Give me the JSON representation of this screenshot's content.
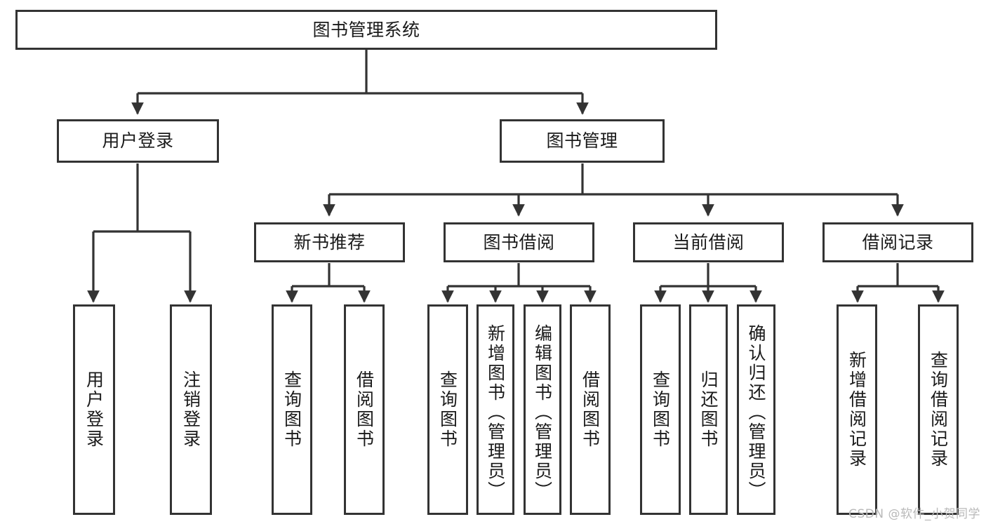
{
  "diagram": {
    "title": "图书管理系统",
    "type": "tree-hierarchy-chart",
    "orientation": "top-down",
    "line_color": "#333333",
    "box_fill": "#ffffff",
    "text_color": "#1a1a1a"
  },
  "watermark": {
    "text": "CSDN @软件_小贺同学",
    "color": "#b9b9b9"
  },
  "nodes": {
    "root": {
      "label": "图书管理系统"
    },
    "level1": [
      {
        "label": "用户登录"
      },
      {
        "label": "图书管理"
      }
    ],
    "level2": [
      {
        "label": "新书推荐"
      },
      {
        "label": "图书借阅"
      },
      {
        "label": "当前借阅"
      },
      {
        "label": "借阅记录"
      }
    ],
    "leaves": {
      "user_login": [
        {
          "label": "用户登录"
        },
        {
          "label": "注销登录"
        }
      ],
      "new_book": [
        {
          "label": "查询图书"
        },
        {
          "label": "借阅图书"
        }
      ],
      "book_borrow": [
        {
          "label": "查询图书"
        },
        {
          "label": "新增图书（管理员）"
        },
        {
          "label": "编辑图书（管理员）"
        },
        {
          "label": "借阅图书"
        }
      ],
      "current_borrow": [
        {
          "label": "查询图书"
        },
        {
          "label": "归还图书"
        },
        {
          "label": "确认归还（管理员）"
        }
      ],
      "borrow_record": [
        {
          "label": "新增借阅记录"
        },
        {
          "label": "查询借阅记录"
        }
      ]
    }
  }
}
